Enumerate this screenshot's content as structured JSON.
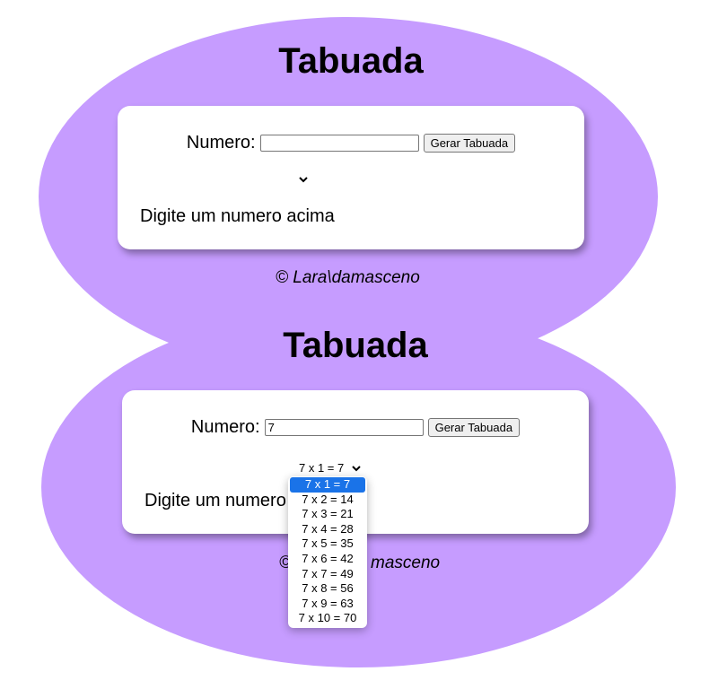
{
  "page_title": "Tabuada",
  "colors": {
    "blob": "#c69cff",
    "selected_option": "#1a73e8"
  },
  "top_panel": {
    "title": "Tabuada",
    "number_label": "Numero:",
    "number_value": "",
    "generate_button": "Gerar Tabuada",
    "select_value": "",
    "hint": "Digite um numero acima",
    "footer": "© Lara\\damasceno"
  },
  "bottom_panel": {
    "title": "Tabuada",
    "number_label": "Numero:",
    "number_value": "7",
    "generate_button": "Gerar Tabuada",
    "select_value": "7 x 1 = 7",
    "hint_visible": "Digite um numero",
    "footer_visible_start": "©",
    "footer_visible_end": "masceno",
    "dropdown_open": true,
    "options": [
      "7 x 1 = 7",
      "7 x 2 = 14",
      "7 x 3 = 21",
      "7 x 4 = 28",
      "7 x 5 = 35",
      "7 x 6 = 42",
      "7 x 7 = 49",
      "7 x 8 = 56",
      "7 x 9 = 63",
      "7 x 10 = 70"
    ],
    "selected_index": 0
  }
}
